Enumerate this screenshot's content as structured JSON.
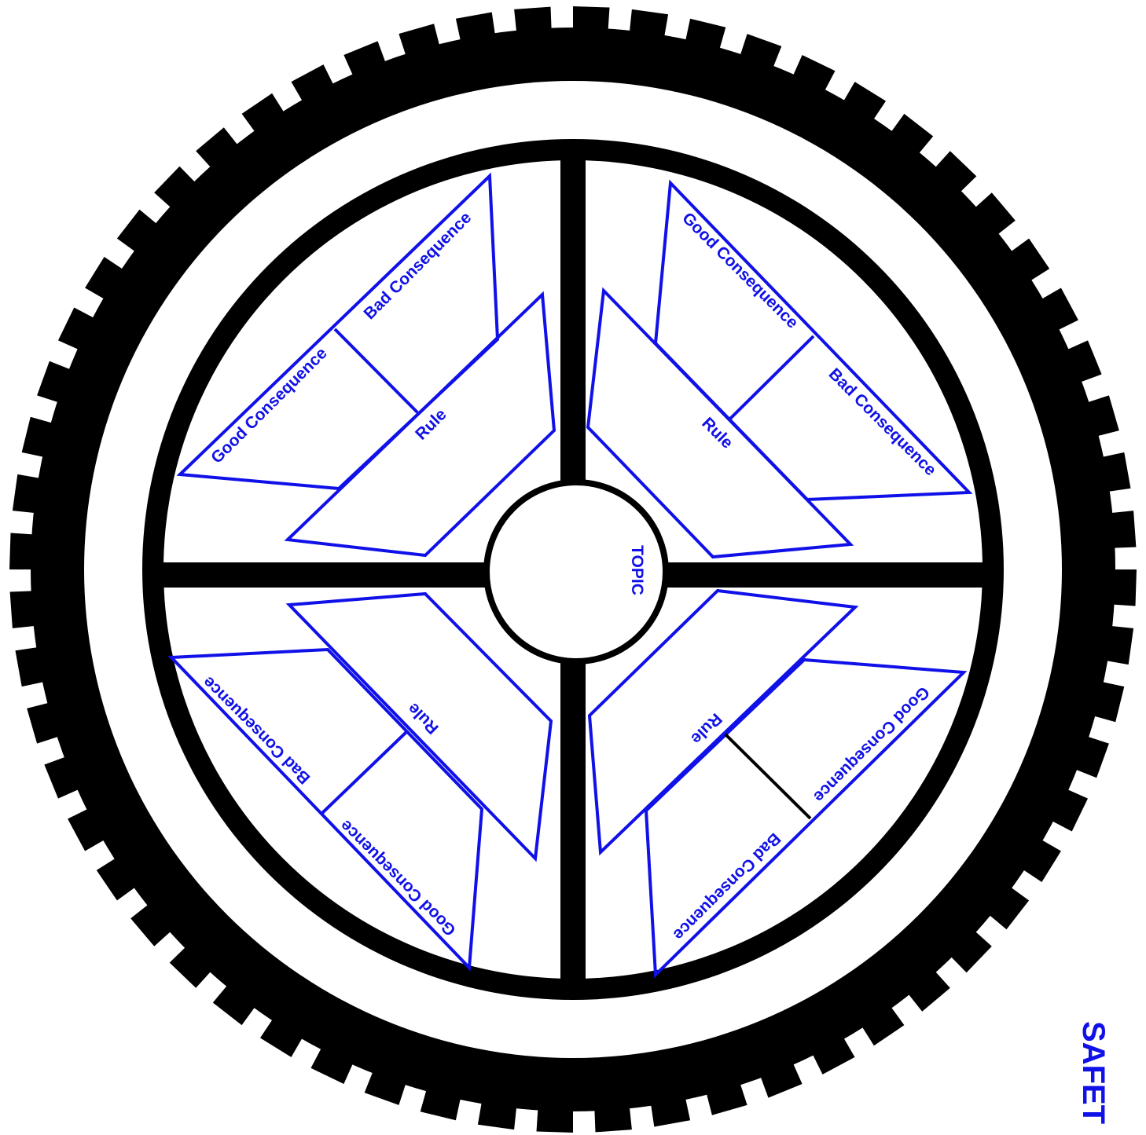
{
  "topic_label": "TOPIC",
  "side_title": "SAFET",
  "quadrants": {
    "top_left": {
      "rule": "Rule",
      "good": "Good Consequence",
      "bad": "Bad Consequence"
    },
    "top_right": {
      "rule": "Rule",
      "good": "Good Consequence",
      "bad": "Bad Consequence"
    },
    "bottom_left": {
      "rule": "Rule",
      "good": "Good Consequence",
      "bad": "Bad Consequence"
    },
    "bottom_right": {
      "rule": "Rule",
      "good": "Good Consequence",
      "bad": "Bad Consequence"
    }
  },
  "colors": {
    "ink": "#000000",
    "accent": "#1010e8",
    "paper": "#ffffff"
  }
}
